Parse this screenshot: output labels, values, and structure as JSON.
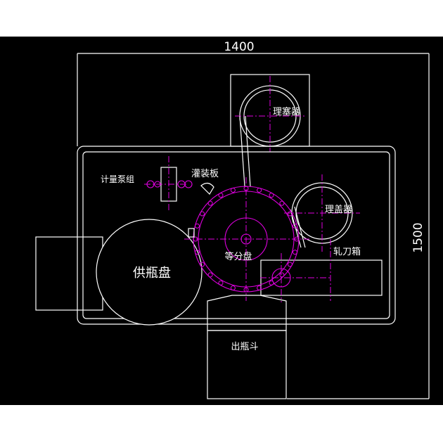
{
  "dimensions": {
    "width": "1400",
    "height": "1500"
  },
  "labels": {
    "cork_sorter": "理塞器",
    "metering_pump_group": "计量泵组",
    "filling_plate": "灌装板",
    "cap_sorter": "理盖器",
    "star_wheel": "等分盘",
    "crimping_box": "轧刀箱",
    "bottle_supply_plate": "供瓶盘",
    "bottle_outlet_hopper": "出瓶斗"
  },
  "colors": {
    "background": "#000000",
    "outline": "#ffffff",
    "centerline": "#e000e0"
  }
}
